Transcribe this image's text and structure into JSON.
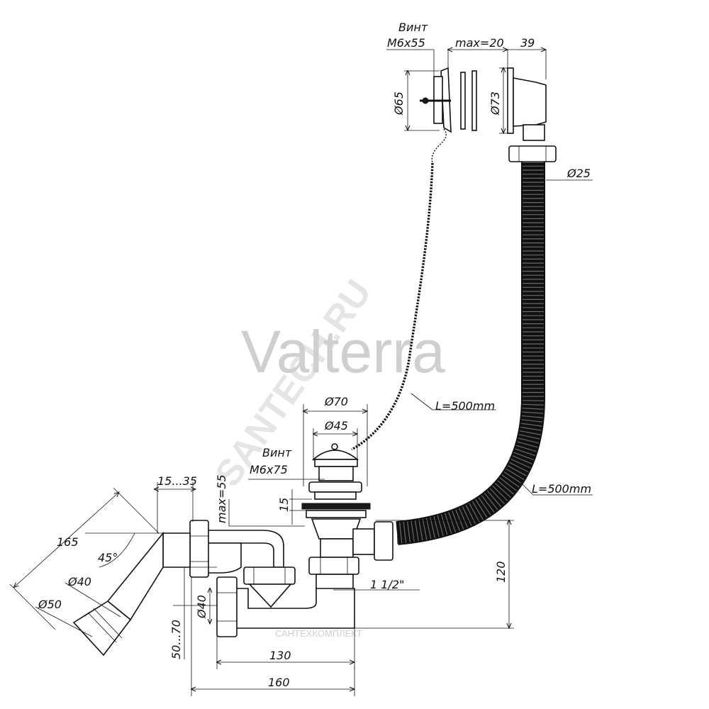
{
  "watermark": {
    "brand": "Valterra",
    "site_diagonal": "SANTECH.RU",
    "bottom": "САНТЕХКОМПЛЕКТ"
  },
  "overflow": {
    "screw_label": "Винт",
    "screw_size": "M6x55",
    "gap": "max=20",
    "depth": "39",
    "dia_plate": "Ø65",
    "dia_flange": "Ø73"
  },
  "hose": {
    "dia": "Ø25",
    "length": "L=500mm"
  },
  "chain": {
    "length": "L=500mm"
  },
  "drain": {
    "dia_outer": "Ø70",
    "dia_inner": "Ø45",
    "screw_label": "Винт",
    "screw_size": "M6x75",
    "thickness": "15",
    "max": "max=55",
    "thread": "1 1/2\"",
    "height": "120"
  },
  "outlet": {
    "range": "15...35",
    "length": "165",
    "angle": "45°",
    "dia_inner": "Ø40",
    "dia_outer": "Ø50",
    "dia_side": "Ø40",
    "height_range": "50...70",
    "width_inner": "130",
    "width_total": "160"
  }
}
